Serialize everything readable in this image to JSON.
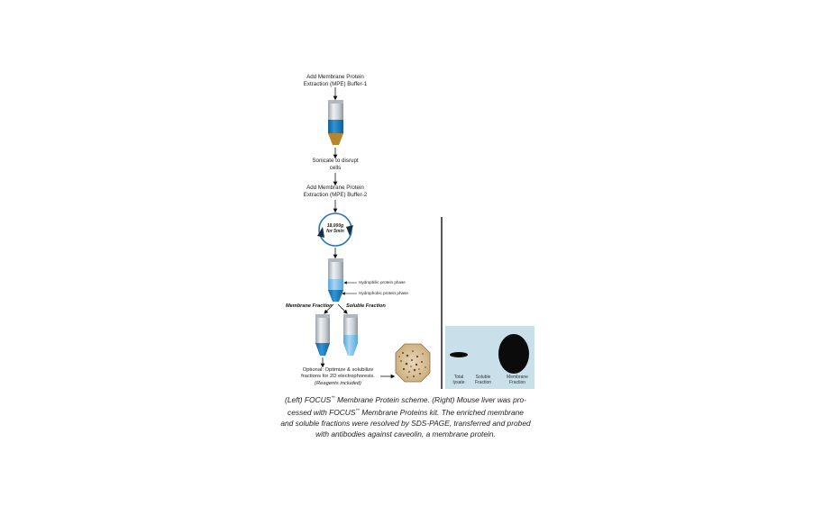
{
  "scheme": {
    "step1": [
      "Add Membrane Protein",
      "Extraction (MPE) Buffer-1"
    ],
    "step2": [
      "Sonicate to disrupt",
      "cells"
    ],
    "step3": [
      "Add Membrane Protein",
      "Extraction (MPE) Buffer-2"
    ],
    "centrifuge": [
      "18,000g",
      "for 5min"
    ],
    "phase_hydrophilic": "Hydrophilic protein phase",
    "phase_hydrophobic": "Hydrophobic protein phase",
    "membrane_fraction": "Membrane Fraction",
    "soluble_fraction": "Soluble Fraction",
    "optional": [
      "Optional: Optimize & solubilize",
      "fractions for 2D electrophoresis.",
      "(Reagents included)"
    ]
  },
  "blot": {
    "lanes": [
      [
        "Total",
        "lysate"
      ],
      [
        "Soluble",
        "Fraction"
      ],
      [
        "Membrane",
        "Fraction"
      ]
    ]
  },
  "caption": {
    "line1_a": "(Left) FOCUS",
    "tm": "™",
    "line1_b": " Membrane Protein scheme. (Right) Mouse liver was pro-",
    "line2_a": "cessed with FOCUS",
    "line2_b": " Membrane Proteins kit.  The enriched membrane",
    "line3": "and soluble fractions were resolved by SDS-PAGE, transferred and probed",
    "line4": "with antibodies against caveolin, a membrane protein."
  },
  "colors": {
    "tube_liquid": "#1f7fc4",
    "pellet": "#b5862a",
    "blot_bg": "#c9dfe9",
    "band": "#0b0b0b"
  }
}
